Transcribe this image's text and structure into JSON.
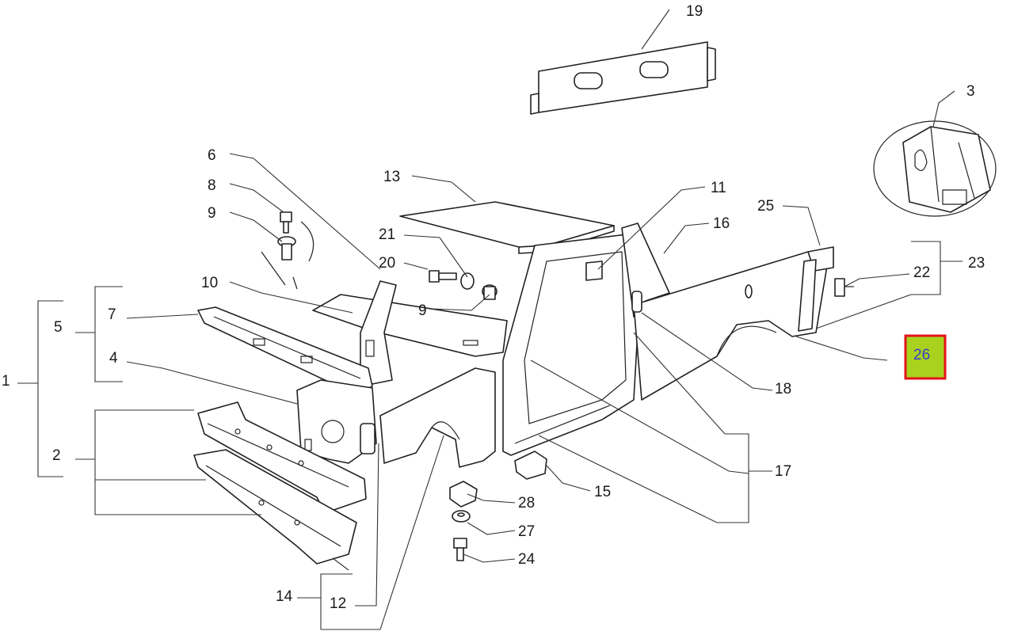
{
  "callouts": {
    "c1": "1",
    "c2": "2",
    "c3": "3",
    "c4": "4",
    "c5": "5",
    "c6": "6",
    "c7": "7",
    "c8": "8",
    "c9a": "9",
    "c9b": "9",
    "c10": "10",
    "c11": "11",
    "c12": "12",
    "c13": "13",
    "c14": "14",
    "c15": "15",
    "c16": "16",
    "c17": "17",
    "c18": "18",
    "c19": "19",
    "c20": "20",
    "c21": "21",
    "c22": "22",
    "c23": "23",
    "c24": "24",
    "c25": "25",
    "c26": "26",
    "c27": "27",
    "c28": "28"
  },
  "highlight": {
    "callout": "26",
    "fill_color": "#a8d21e",
    "border_color": "#e3121a",
    "text_color": "#3a3ad0"
  }
}
